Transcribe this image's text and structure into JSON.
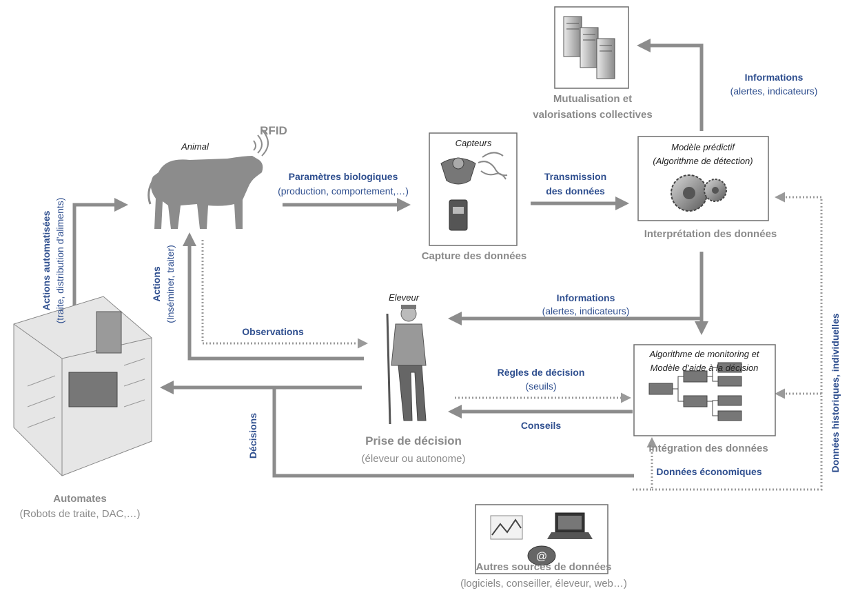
{
  "labels": {
    "animal": "Animal",
    "rfid": "RFID",
    "param_bio": "Paramètres biologiques",
    "param_bio_sub": "(production, comportement,…)",
    "capteurs": "Capteurs",
    "capture": "Capture des données",
    "transmission_1": "Transmission",
    "transmission_2": "des données",
    "modele_1": "Modèle prédictif",
    "modele_2": "(Algorithme de détection)",
    "interpretation": "Interprétation des données",
    "mutual_1": "Mutualisation et",
    "mutual_2": "valorisations collectives",
    "info_top": "Informations",
    "info_top_sub": "(alertes, indicateurs)",
    "actions_auto": "Actions automatisées",
    "actions_auto_sub": "(traite, distribution d’aliments)",
    "actions": "Actions",
    "actions_sub": "(Inséminer, traiter)",
    "observations": "Observations",
    "eleveur": "Eleveur",
    "info_mid": "Informations",
    "info_mid_sub": "(alertes, indicateurs)",
    "regles": "Règles de décision",
    "regles_sub": "(seuils)",
    "conseils": "Conseils",
    "algo_1": "Algorithme de monitoring et",
    "algo_2": "Modèle d’aide à la décision",
    "integration": "Intégration des données",
    "prise_1": "Prise de décision",
    "prise_2": "(éleveur ou autonome)",
    "decisions": "Décisions",
    "automates": "Automates",
    "automates_sub": "(Robots de traite, DAC,…)",
    "donnees_eco": "Données économiques",
    "autres_1": "Autres sources de données",
    "autres_2": "(logiciels, conseiller, éleveur, web…)",
    "historiques": "Données historiques, individuelles",
    "at_sign": "@"
  },
  "colors": {
    "arrow": "#8c8c8c",
    "label_blue": "#2f4f8f",
    "label_gray": "#8a8a8a"
  }
}
